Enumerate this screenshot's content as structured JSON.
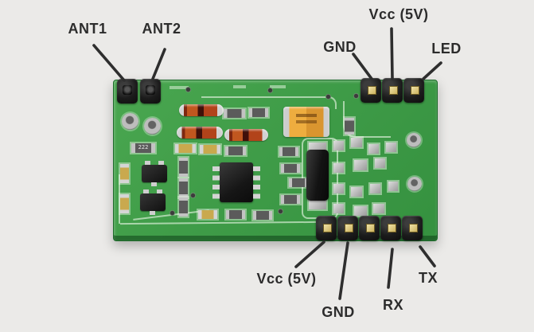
{
  "figure": {
    "subject": "green PCB module photo with pin callout labels",
    "board_type": "photo of RF reader module with two pin headers on top edge and one on bottom edge"
  },
  "labels": {
    "ant1": "ANT1",
    "ant2": "ANT2",
    "top_gnd": "GND",
    "top_vcc": "Vcc (5V)",
    "led": "LED",
    "bottom_vcc": "Vcc (5V)",
    "bottom_gnd": "GND",
    "rx": "RX",
    "tx": "TX"
  },
  "headers": {
    "top_left_pins": [
      "ANT1",
      "ANT2"
    ],
    "top_right_pins": [
      "GND",
      "Vcc (5V)",
      "LED"
    ],
    "bottom_pins": [
      "Vcc (5V)",
      "GND",
      "",
      "RX",
      "TX"
    ]
  },
  "component_markings": {
    "resistor_222": "222"
  },
  "colors": {
    "background": "#ebeae8",
    "pcb_green": "#3f9c48",
    "pcb_edge_dark": "#1d6b2a",
    "label_text": "#2c2c2c",
    "leader_line": "#2e2e2e",
    "header_plastic": "#1a1a1a",
    "pin_gold": "#d4b964",
    "tantalum_capacitor": "#eead3f",
    "diode_glass": "#b2431a",
    "resistor_tan": "#c9a94e"
  }
}
